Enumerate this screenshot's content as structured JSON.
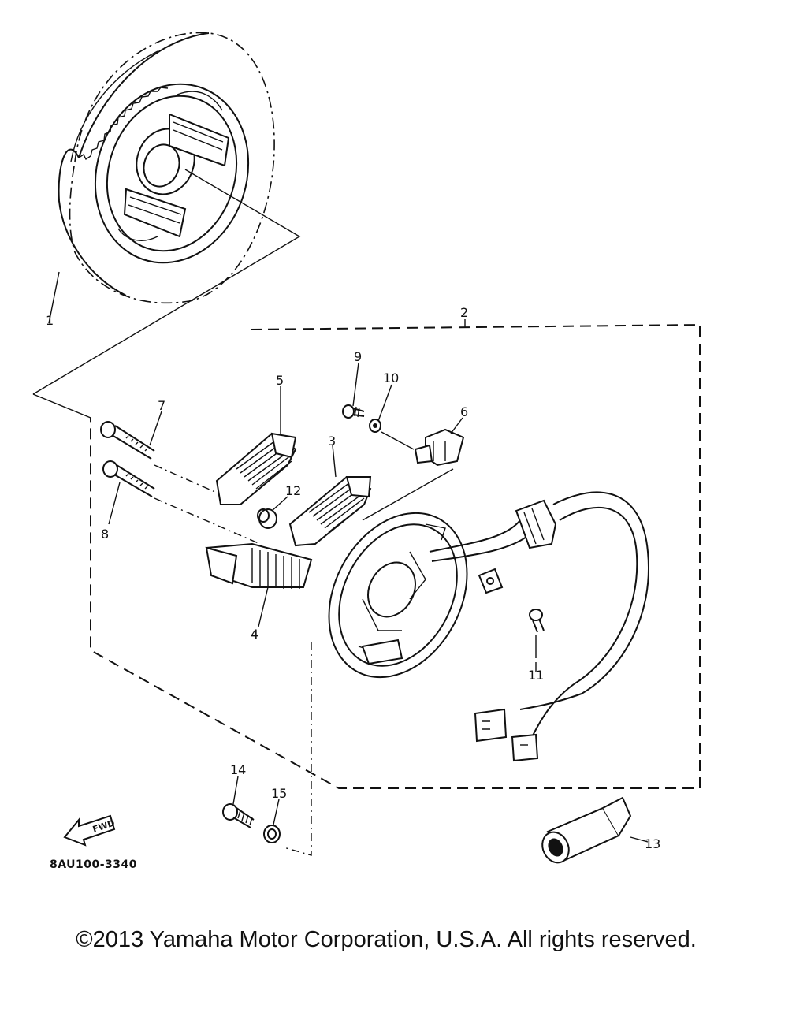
{
  "diagram": {
    "callouts": [
      {
        "id": "c1",
        "label": "1"
      },
      {
        "id": "c2",
        "label": "2"
      },
      {
        "id": "c3",
        "label": "3"
      },
      {
        "id": "c4",
        "label": "4"
      },
      {
        "id": "c5",
        "label": "5"
      },
      {
        "id": "c6",
        "label": "6"
      },
      {
        "id": "c7",
        "label": "7"
      },
      {
        "id": "c8",
        "label": "8"
      },
      {
        "id": "c9",
        "label": "9"
      },
      {
        "id": "c10",
        "label": "10"
      },
      {
        "id": "c11",
        "label": "11"
      },
      {
        "id": "c12",
        "label": "12"
      },
      {
        "id": "c13",
        "label": "13"
      },
      {
        "id": "c14",
        "label": "14"
      },
      {
        "id": "c15",
        "label": "15"
      }
    ],
    "fwd_label": "FWD",
    "part_code": "8AU100-3340"
  },
  "footer": {
    "copyright": "©2013 Yamaha Motor Corporation, U.S.A. All rights reserved."
  }
}
